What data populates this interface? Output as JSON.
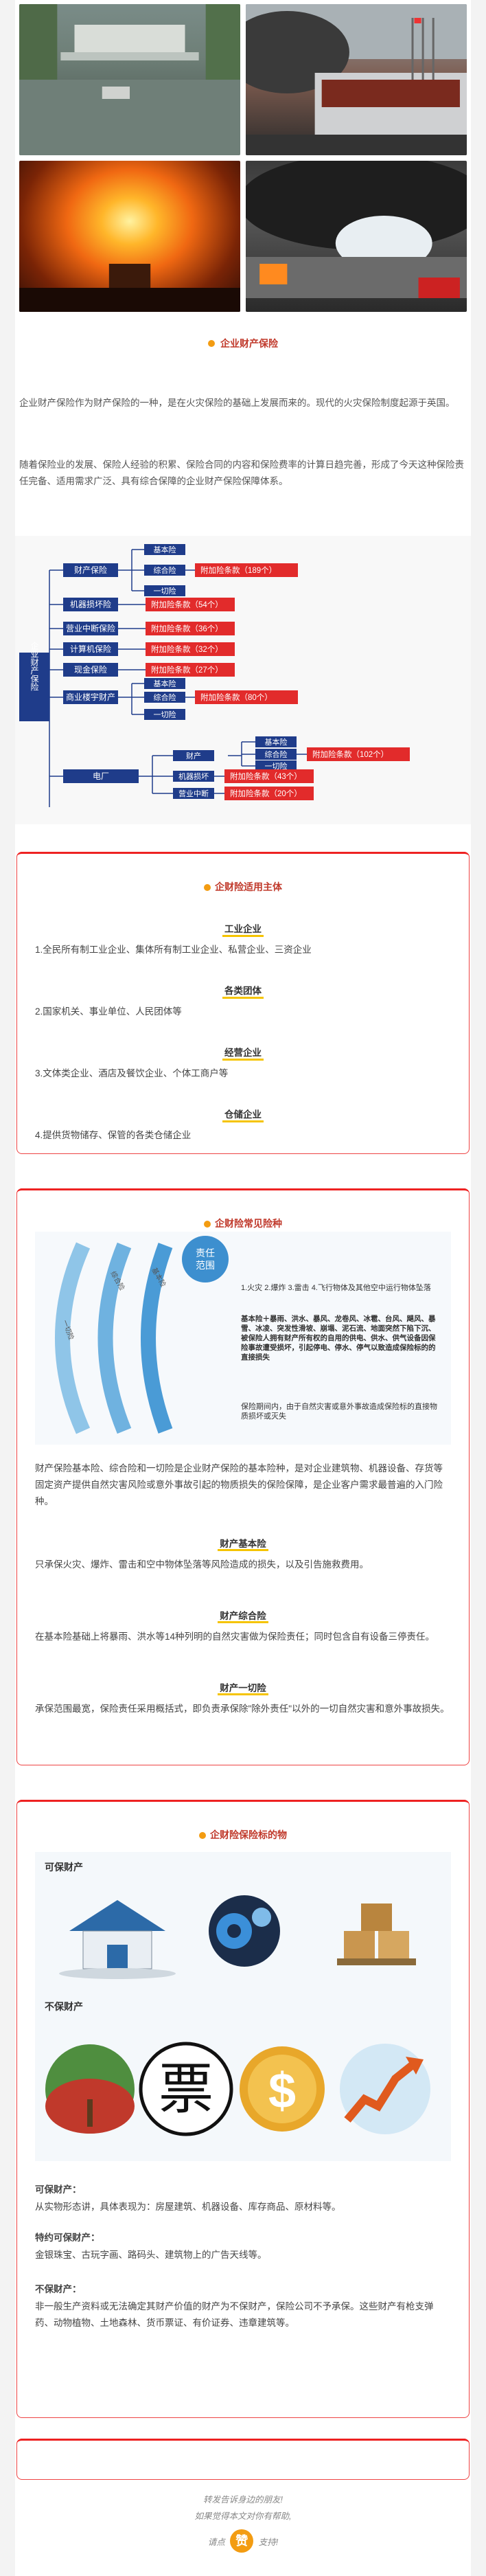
{
  "section1": {
    "title": "企业财产保险",
    "para1": "企业财产保险作为财产保险的一种，是在火灾保险的基础上发展而来的。现代的火灾保险制度起源于英国。",
    "para2": "随着保险业的发展、保险人经验的积累、保险合同的内容和保险费率的计算日趋完善，形成了今天这种保险责任完备、适用需求广泛、具有综合保障的企业财产保险保障体系。"
  },
  "tree": {
    "root": "企业财产保险",
    "n1": "财产保险",
    "n1a": "基本险",
    "n1b": "综合险",
    "n1c": "一切险",
    "n1t": "附加险条款（189个）",
    "n2": "机器损坏险",
    "n2t": "附加险条款（54个）",
    "n3": "营业中断保险",
    "n3t": "附加险条款（36个）",
    "n4": "计算机保险",
    "n4t": "附加险条款（32个）",
    "n5": "现金保险",
    "n5t": "附加险条款（27个）",
    "n6": "商业楼宇财产",
    "n6a": "基本险",
    "n6b": "综合险",
    "n6c": "一切险",
    "n6t": "附加险条款（80个）",
    "n7": "电厂",
    "n7a": "财产",
    "n7a1": "基本险",
    "n7a2": "综合险",
    "n7a3": "一切险",
    "n7at": "附加险条款（102个）",
    "n7b": "机器损坏",
    "n7bt": "附加险条款（43个）",
    "n7c": "营业中断",
    "n7ct": "附加险条款（20个）"
  },
  "section2": {
    "title": "企财险适用主体",
    "h1": "工业企业",
    "t1": "1.全民所有制工业企业、集体所有制工业企业、私营企业、三资企业",
    "h2": "各类团体",
    "t2": "2.国家机关、事业单位、人民团体等",
    "h3": "经营企业",
    "t3": "3.文体类企业、酒店及餐饮企业、个体工商户等",
    "h4": "仓储企业",
    "t4": "4.提供货物储存、保管的各类仓储企业"
  },
  "section3": {
    "title": "企财险常见险种",
    "d_title1": "责任",
    "d_title2": "范围",
    "d_arc1": "基本险",
    "d_arc2": "综合险",
    "d_arc3": "一切险",
    "d_item1": "1.火灾 2.爆炸 3.雷击 4.飞行物体及其他空中运行物体坠落",
    "d_item2": "基本险＋暴雨、洪水、暴风、龙卷风、冰雹、台风、飓风、暴雪、冰凌、突发性滑坡、崩塌、泥石流、地面突然下陷下沉、被保险人拥有财产所有权的自用的供电、供水、供气设备因保险事故遭受损坏，引起停电、停水、停气以致造成保险标的的直接损失",
    "d_item3": "保险期间内，由于自然灾害或意外事故造成保险标的直接物质损坏或灭失",
    "intro": "财产保险基本险、综合险和一切险是企业财产保险的基本险种，是对企业建筑物、机器设备、存货等固定资产提供自然灾害风险或意外事故引起的物质损失的保险保障，是企业客户需求最普遍的入门险种。",
    "h1": "财产基本险",
    "t1": "只承保火灾、爆炸、雷击和空中物体坠落等风险造成的损失，以及引告施救费用。",
    "h2": "财产综合险",
    "t2": "在基本险基础上将暴雨、洪水等14种列明的自然灾害做为保险责任；同时包含自有设备三停责任。",
    "h3": "财产一切险",
    "t3": "承保范围最宽，保险责任采用概括式，即负责承保除\"除外责任\"以外的一切自然灾害和意外事故损失。"
  },
  "section4": {
    "title": "企财险保险标的物",
    "can": "可保财产",
    "cannot": "不保财产",
    "piao": "票",
    "dollar": "$",
    "h1": "可保财产：",
    "t1": "从实物形态讲，具体表现为：房屋建筑、机器设备、库存商品、原材料等。",
    "h2": "特约可保财产：",
    "t2": "金银珠宝、古玩字画、路码头、建筑物上的广告天线等。",
    "h3": "不保财产：",
    "t3": "非一般生产资料或无法确定其财产价值的财产为不保财产，保险公司不予承保。这些财产有枪支弹药、动物植物、土地森林、货币票证、有价证券、违章建筑等。"
  },
  "footer": {
    "l1": "转发告诉身边的朋友!",
    "l2": "如果觉得本文对你有帮助,",
    "l3a": "请点",
    "l3b": "赞",
    "l3c": "支持!"
  },
  "colors": {
    "accent": "#e22b2b",
    "navy": "#1f3c8a",
    "yellow": "#f5c400",
    "orange": "#f39c12"
  }
}
